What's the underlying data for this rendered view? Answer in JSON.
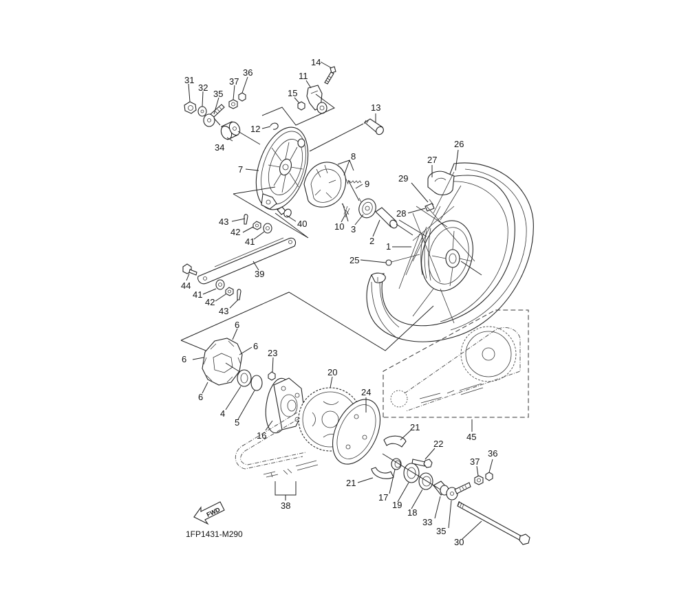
{
  "diagram": {
    "title": "Rear Wheel Exploded Parts Diagram",
    "drawing_code": "1FP1431-M290",
    "direction_indicator": "FWD",
    "callouts": [
      {
        "id": "c1",
        "number": "1"
      },
      {
        "id": "c2",
        "number": "2"
      },
      {
        "id": "c3",
        "number": "3"
      },
      {
        "id": "c4",
        "number": "4"
      },
      {
        "id": "c5",
        "number": "5"
      },
      {
        "id": "c6a",
        "number": "6"
      },
      {
        "id": "c6b",
        "number": "6"
      },
      {
        "id": "c6c",
        "number": "6"
      },
      {
        "id": "c6d",
        "number": "6"
      },
      {
        "id": "c7",
        "number": "7"
      },
      {
        "id": "c8",
        "number": "8"
      },
      {
        "id": "c9",
        "number": "9"
      },
      {
        "id": "c10",
        "number": "10"
      },
      {
        "id": "c11",
        "number": "11"
      },
      {
        "id": "c12",
        "number": "12"
      },
      {
        "id": "c13",
        "number": "13"
      },
      {
        "id": "c14",
        "number": "14"
      },
      {
        "id": "c15",
        "number": "15"
      },
      {
        "id": "c16",
        "number": "16"
      },
      {
        "id": "c17",
        "number": "17"
      },
      {
        "id": "c18",
        "number": "18"
      },
      {
        "id": "c19",
        "number": "19"
      },
      {
        "id": "c20",
        "number": "20"
      },
      {
        "id": "c21a",
        "number": "21"
      },
      {
        "id": "c21b",
        "number": "21"
      },
      {
        "id": "c22",
        "number": "22"
      },
      {
        "id": "c23",
        "number": "23"
      },
      {
        "id": "c24",
        "number": "24"
      },
      {
        "id": "c25",
        "number": "25"
      },
      {
        "id": "c26",
        "number": "26"
      },
      {
        "id": "c27",
        "number": "27"
      },
      {
        "id": "c28",
        "number": "28"
      },
      {
        "id": "c29",
        "number": "29"
      },
      {
        "id": "c30",
        "number": "30"
      },
      {
        "id": "c31",
        "number": "31"
      },
      {
        "id": "c32",
        "number": "32"
      },
      {
        "id": "c33",
        "number": "33"
      },
      {
        "id": "c34",
        "number": "34"
      },
      {
        "id": "c35a",
        "number": "35"
      },
      {
        "id": "c35b",
        "number": "35"
      },
      {
        "id": "c36a",
        "number": "36"
      },
      {
        "id": "c36b",
        "number": "36"
      },
      {
        "id": "c37a",
        "number": "37"
      },
      {
        "id": "c37b",
        "number": "37"
      },
      {
        "id": "c38",
        "number": "38"
      },
      {
        "id": "c39",
        "number": "39"
      },
      {
        "id": "c40",
        "number": "40"
      },
      {
        "id": "c41a",
        "number": "41"
      },
      {
        "id": "c41b",
        "number": "41"
      },
      {
        "id": "c42a",
        "number": "42"
      },
      {
        "id": "c42b",
        "number": "42"
      },
      {
        "id": "c43a",
        "number": "43"
      },
      {
        "id": "c43b",
        "number": "43"
      },
      {
        "id": "c44",
        "number": "44"
      },
      {
        "id": "c45",
        "number": "45"
      }
    ]
  }
}
